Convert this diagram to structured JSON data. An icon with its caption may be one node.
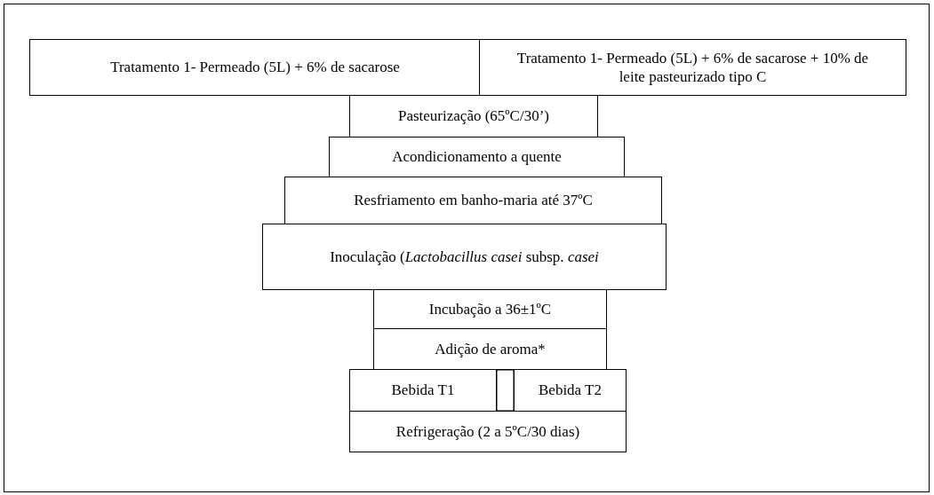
{
  "diagram": {
    "nodes": [
      {
        "text": [
          "Tratamento 1- Permeado (5L) + 6% de sacarose"
        ]
      },
      {
        "text": [
          "Tratamento 1- Permeado (5L) + 6% de sacarose + 10% de leite pasteurizado tipo C"
        ]
      },
      {
        "text": [
          "Pasteurização (65ºC/30’)"
        ]
      },
      {
        "text": [
          "Acondicionamento a quente"
        ]
      },
      {
        "text": [
          "Resfriamento em banho-maria até 37ºC"
        ]
      },
      {
        "text": [
          "Inoculação (*Lactobacillus casei* subsp. *casei*"
        ]
      },
      {
        "text": [
          "Incubação a 36±1ºC"
        ]
      },
      {
        "text": [
          "Adição de aroma*"
        ]
      },
      {
        "text": [
          "Bebida T1"
        ]
      },
      {
        "text": [],
        "shape": "box"
      },
      {
        "text": [
          "Bebida T2"
        ]
      },
      {
        "text": [
          "Refrigeração (2 a 5ºC/30 dias)"
        ]
      }
    ]
  }
}
